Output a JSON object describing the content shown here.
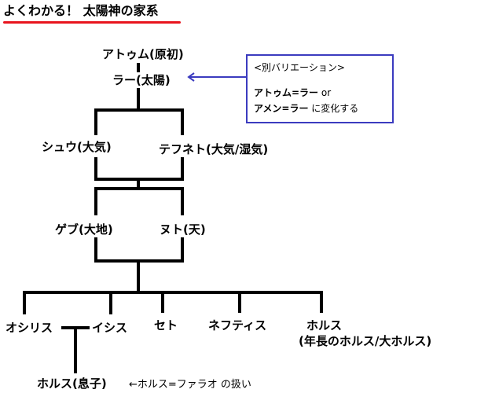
{
  "title": "よくわかる！ 太陽神の家系",
  "nodes": {
    "atum": "アトゥム(原初)",
    "ra": "ラー(太陽)",
    "shu": "シュウ(大気)",
    "tefnut": "テフネト(大気/湿気)",
    "geb": "ゲブ(大地)",
    "nut": "ヌト(天)",
    "osiris": "オシリス",
    "isis": "イシス",
    "set": "セト",
    "nephthys": "ネフティス",
    "horus_line1": "ホルス",
    "horus_line2": "(年長のホルス/大ホルス)",
    "horus_child": "ホルス(息子)"
  },
  "note": {
    "heading": "<別バリエーション>",
    "line1_name": "アトゥム=ラー",
    "line1_tail": "or",
    "line2_name": "アメン=ラー",
    "line2_tail": "に変化する"
  },
  "annotation": "←ホルス=ファラオ の扱い",
  "colors": {
    "underline": "#e8141e",
    "note_border": "#3b3bbf",
    "arrow": "#3b3bbf",
    "lines": "#000000"
  }
}
